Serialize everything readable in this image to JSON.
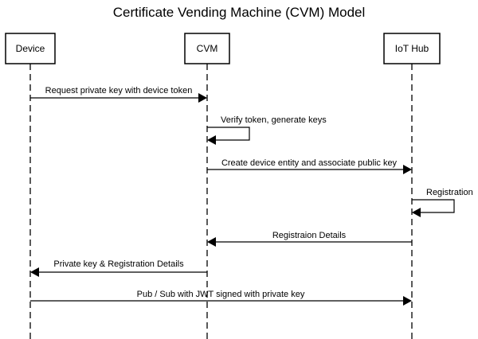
{
  "title": "Certificate Vending Machine (CVM) Model",
  "participants": [
    {
      "id": "device",
      "label": "Device"
    },
    {
      "id": "cvm",
      "label": "CVM"
    },
    {
      "id": "iothub",
      "label": "IoT Hub"
    }
  ],
  "messages": [
    {
      "from": "device",
      "to": "cvm",
      "label": "Request private key with device token"
    },
    {
      "from": "cvm",
      "to": "cvm",
      "label": "Verify token, generate keys"
    },
    {
      "from": "cvm",
      "to": "iothub",
      "label": "Create device entity and associate public key"
    },
    {
      "from": "iothub",
      "to": "iothub",
      "label": "Registration"
    },
    {
      "from": "iothub",
      "to": "cvm",
      "label": "Registraion Details"
    },
    {
      "from": "cvm",
      "to": "device",
      "label": "Private key & Registration Details"
    },
    {
      "from": "device",
      "to": "iothub",
      "label": "Pub / Sub with JWT signed with private key"
    }
  ],
  "colors": {
    "line": "#000000",
    "box_fill": "#ffffff",
    "background": "#ffffff"
  }
}
